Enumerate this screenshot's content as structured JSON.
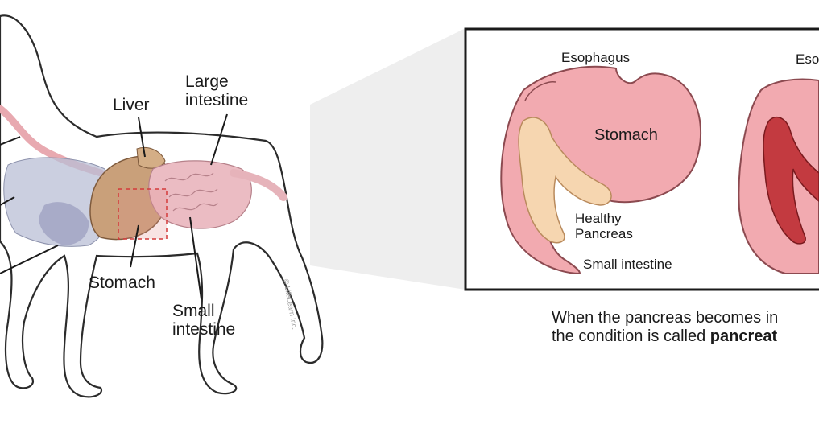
{
  "dog_labels": {
    "liver": "Liver",
    "large_intestine_line1": "Large",
    "large_intestine_line2": "intestine",
    "stomach": "Stomach",
    "small_intestine_line1": "Small",
    "small_intestine_line2": "intestine"
  },
  "inset_labels": {
    "esophagus": "Esophagus",
    "stomach": "Stomach",
    "healthy_pancreas_line1": "Healthy",
    "healthy_pancreas_line2": "Pancreas",
    "small_intestine": "Small intestine",
    "esophagus_cut": "Eso"
  },
  "caption": {
    "line1": "When the pancreas becomes in",
    "line2_prefix": "the condition is called ",
    "line2_bold": "pancreat"
  },
  "credit": "© LifeLearn Inc.",
  "colors": {
    "stomach_pink": "#f2aab0",
    "pancreas_healthy": "#f6d6b0",
    "pancreas_inflamed": "#b8282e",
    "liver_brown": "#c9a07a",
    "intestine_pink": "#e6b3ba",
    "outline": "#2b2b2b"
  }
}
